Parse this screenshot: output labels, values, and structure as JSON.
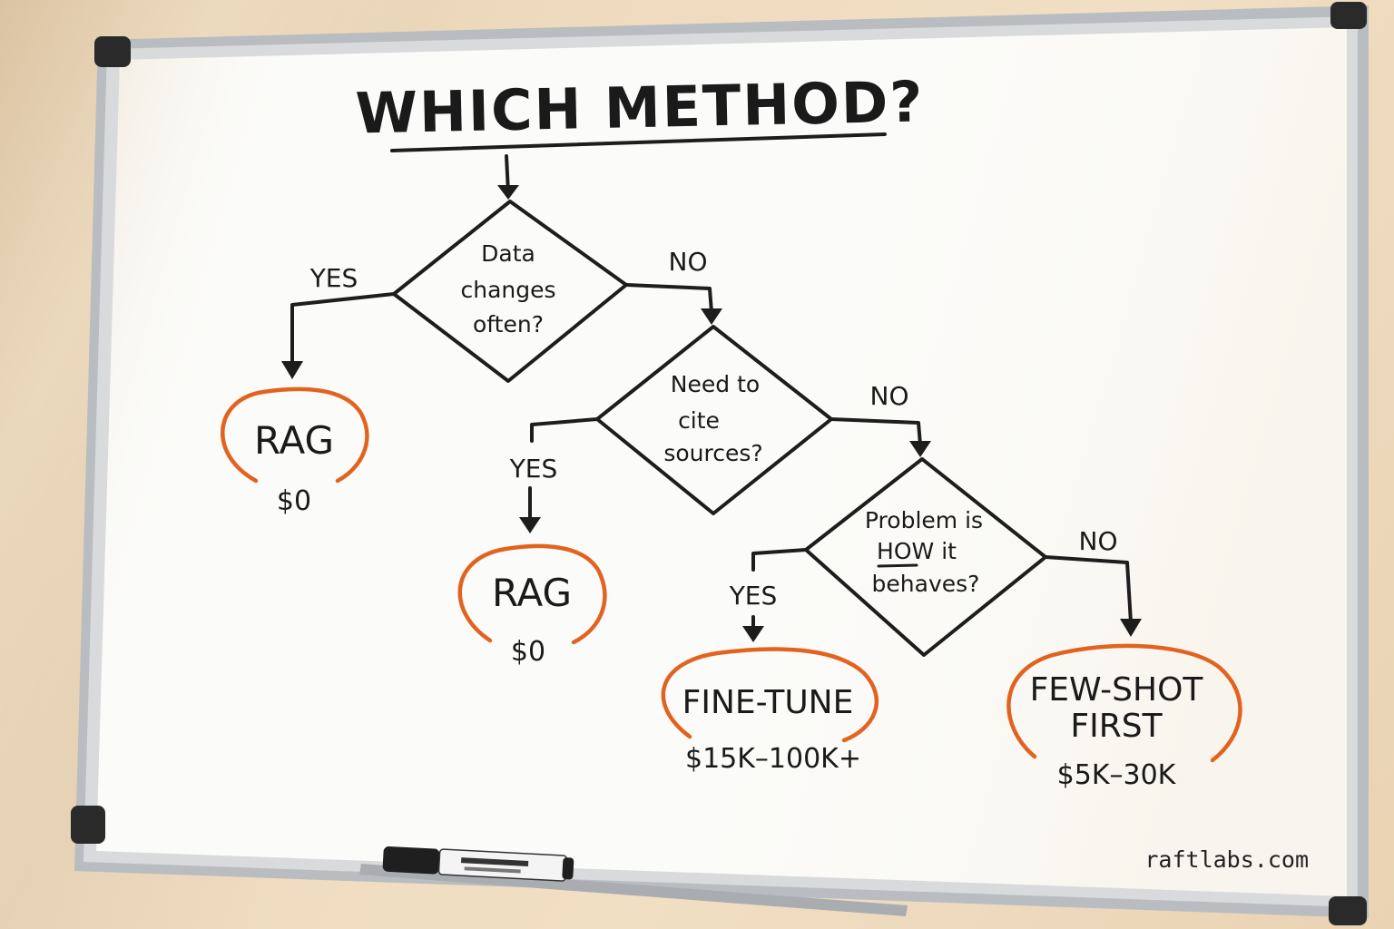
{
  "title": "WHICH METHOD?",
  "decisions": [
    {
      "lines": [
        "Data",
        "changes",
        "often?"
      ],
      "yes_label": "YES",
      "no_label": "NO"
    },
    {
      "lines": [
        "Need to",
        "cite",
        "sources?"
      ],
      "yes_label": "YES",
      "no_label": "NO"
    },
    {
      "lines": [
        "Problem is",
        "HOW it",
        "behaves?"
      ],
      "emphasis": "HOW",
      "yes_label": "YES",
      "no_label": "NO"
    }
  ],
  "outcomes": [
    {
      "lines": [
        "RAG"
      ],
      "cost": "$0"
    },
    {
      "lines": [
        "RAG"
      ],
      "cost": "$0"
    },
    {
      "lines": [
        "FINE-TUNE"
      ],
      "cost": "$15K–100K+"
    },
    {
      "lines": [
        "FEW-SHOT",
        "FIRST"
      ],
      "cost": "$5K–30K"
    }
  ],
  "watermark": "raftlabs.com",
  "colors": {
    "ink": "#1d1d1d",
    "marker_orange": "#e2631f",
    "frame": "#b9bcc0",
    "board": "#fbfbf9"
  }
}
